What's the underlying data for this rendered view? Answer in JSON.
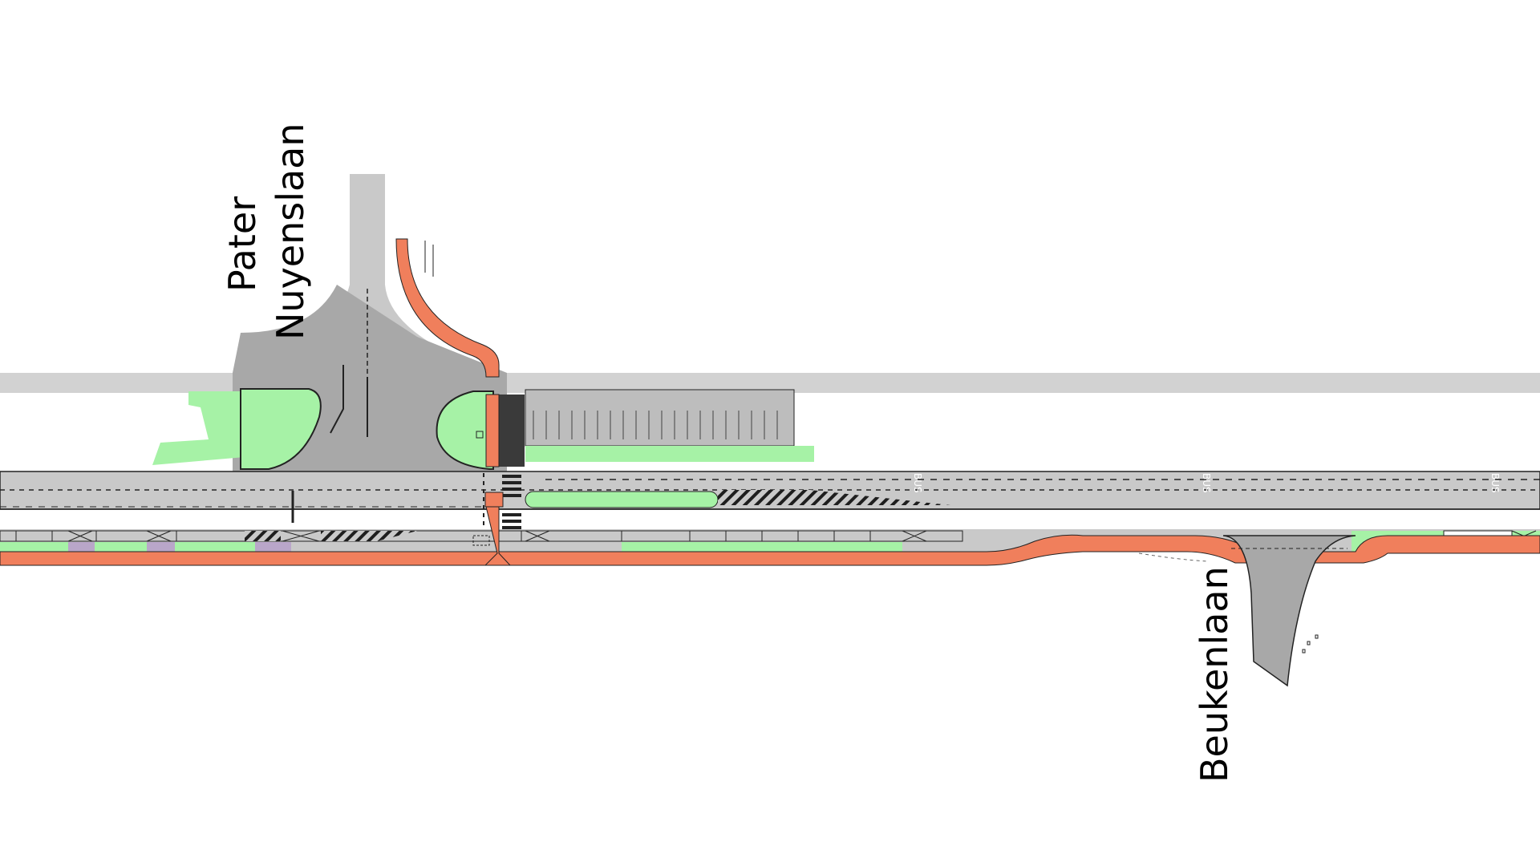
{
  "street_labels": {
    "pater_line1": "Pater",
    "pater_line2": "Nuyenslaan",
    "beukenlaan": "Beukenlaan"
  },
  "road_markings": {
    "bus_lane": "BUS"
  },
  "colors": {
    "road_asphalt": "#c9c9c9",
    "junction_asphalt": "#a8a8a8",
    "cycle_path": "#f07f5c",
    "green_verge": "#a6f2a6",
    "hatching": "#1e1e1e"
  }
}
